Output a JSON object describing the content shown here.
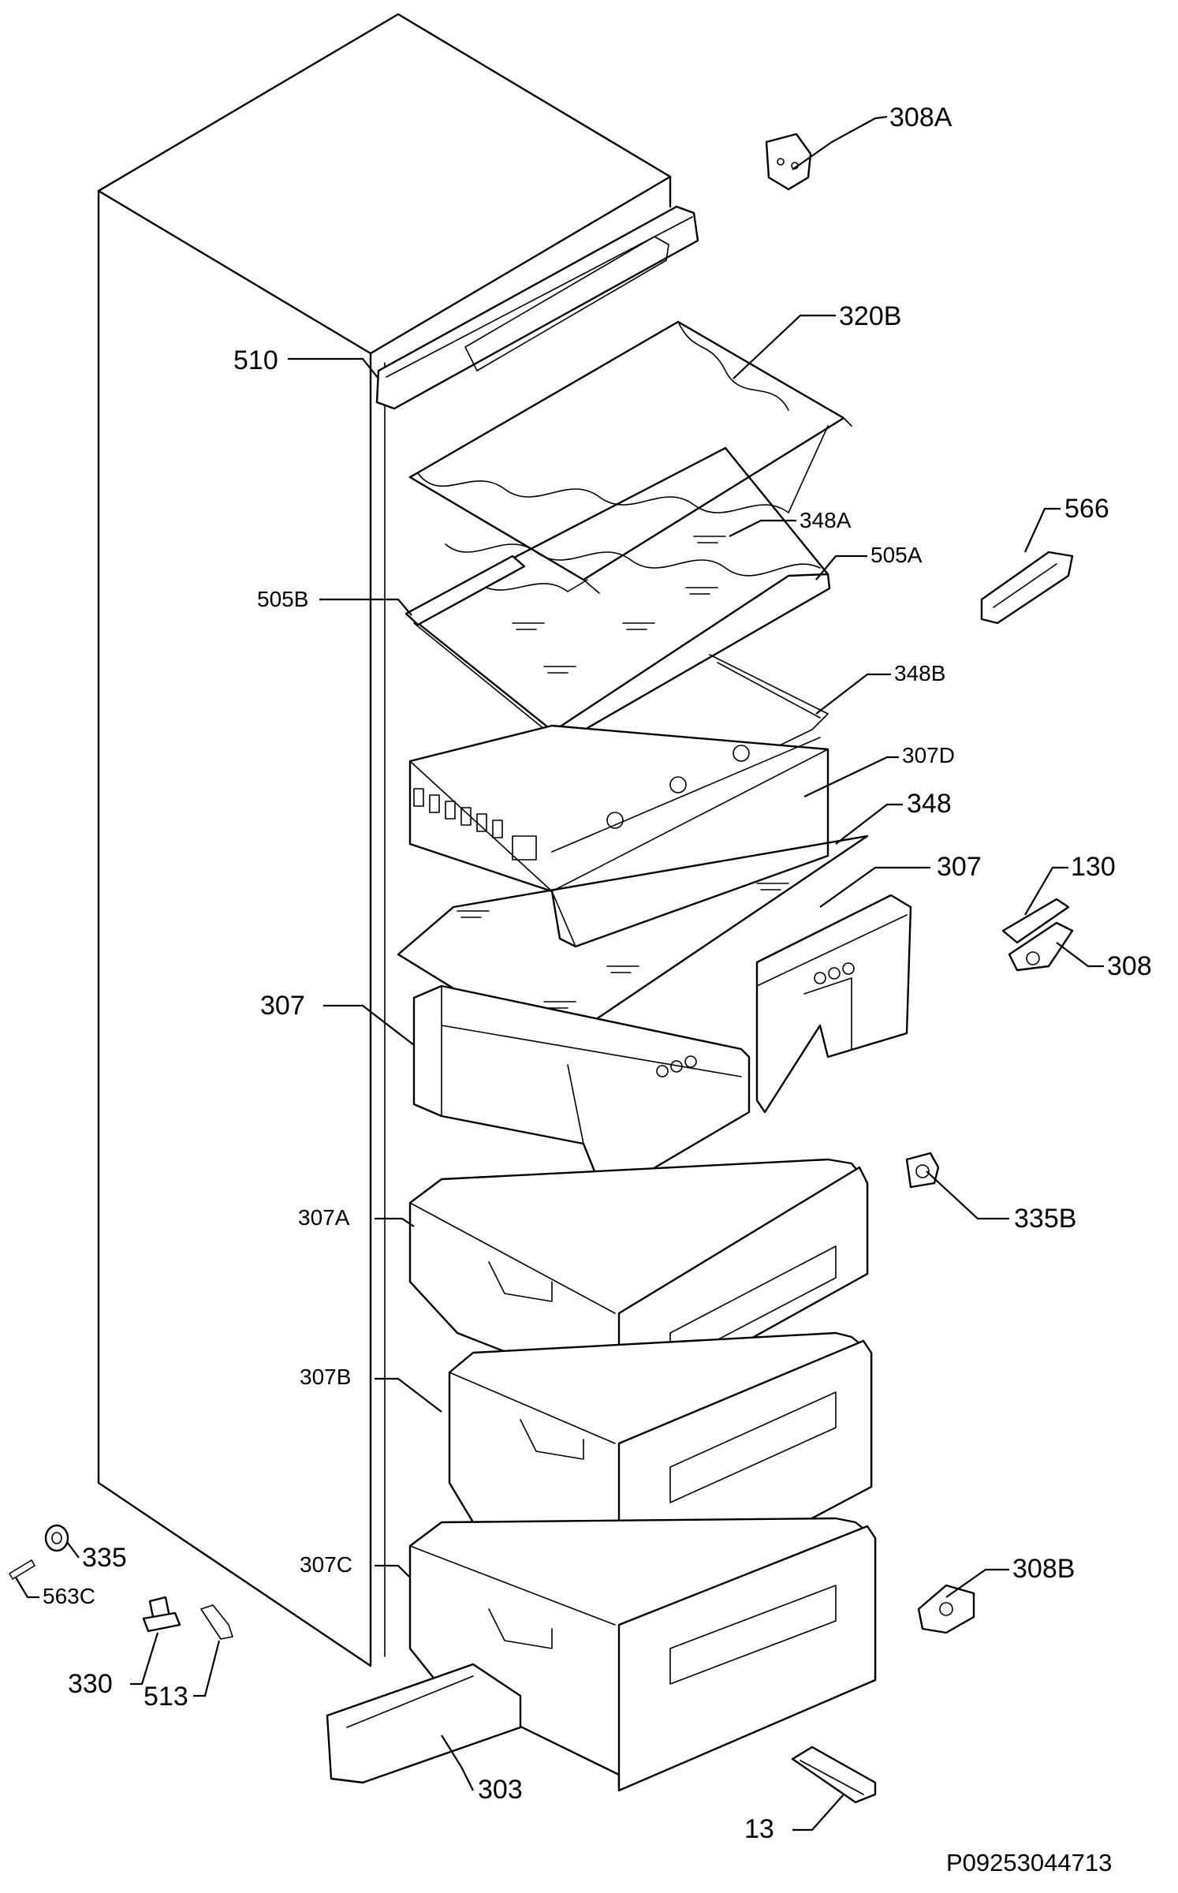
{
  "callouts": {
    "c308A": "308A",
    "c320B": "320B",
    "c510": "510",
    "c566": "566",
    "c348A": "348A",
    "c505A": "505A",
    "c505B": "505B",
    "c348B": "348B",
    "c307D": "307D",
    "c348": "348",
    "c307_right": "307",
    "c130": "130",
    "c308": "308",
    "c307_left": "307",
    "c307A": "307A",
    "c335B": "335B",
    "c307B": "307B",
    "c307C": "307C",
    "c335": "335",
    "c563C": "563C",
    "c308B": "308B",
    "c330": "330",
    "c513": "513",
    "c303": "303",
    "c13": "13"
  },
  "drawing_code": "P09253044713"
}
